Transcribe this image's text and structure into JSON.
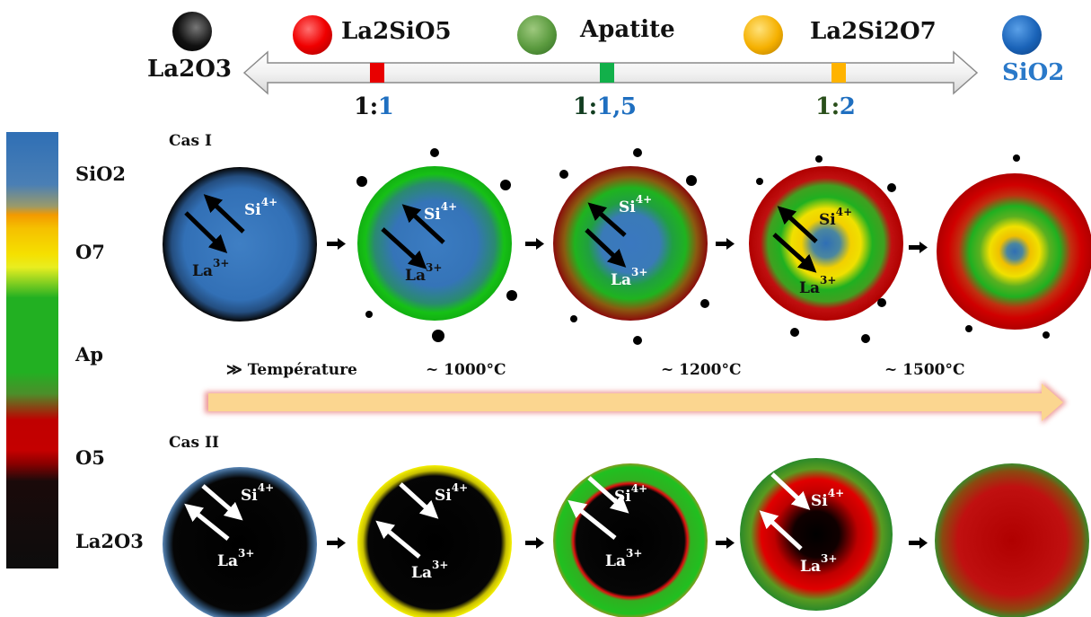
{
  "scale": {
    "left": "La2O3",
    "right": "SiO2",
    "phases": [
      {
        "name": "La2SiO5",
        "color": "#e00000"
      },
      {
        "name": "Apatite",
        "color": "#4f9a3a"
      },
      {
        "name": "La2Si2O7",
        "color": "#f0b000"
      }
    ],
    "ratios": [
      {
        "a": "1:",
        "b": "1"
      },
      {
        "a": "1:",
        "b": "1,5"
      },
      {
        "a": "1:",
        "b": "2"
      }
    ]
  },
  "legend": {
    "labels": [
      "SiO2",
      "O7",
      "Ap",
      "O5",
      "La2O3"
    ]
  },
  "case1": {
    "title": "Cas I",
    "ions": {
      "si": "Si",
      "si_charge": "4+",
      "la": "La",
      "la_charge": "3+"
    }
  },
  "case2": {
    "title": "Cas II",
    "ions": {
      "si": "Si",
      "si_charge": "4+",
      "la": "La",
      "la_charge": "3+"
    }
  },
  "temperature": {
    "label": "≫ Température",
    "values": [
      "~ 1000°C",
      "~ 1200°C",
      "~ 1500°C"
    ]
  },
  "colors": {
    "sio2": "#2f6fb5",
    "o7": "#f5e000",
    "apatite": "#22b022",
    "o5": "#c40000",
    "la2o3": "#0a0a0a"
  }
}
